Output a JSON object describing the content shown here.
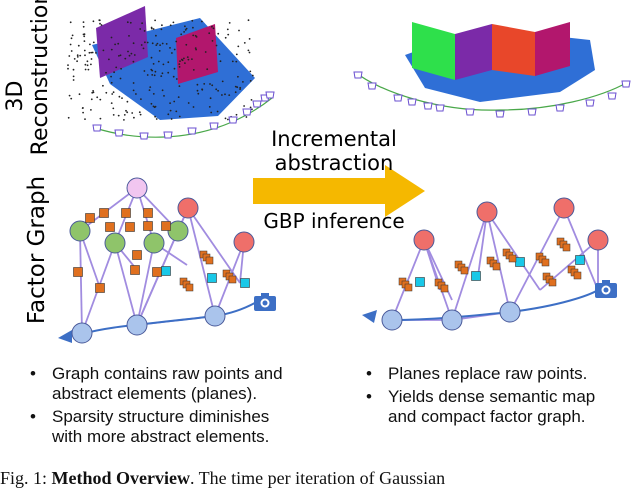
{
  "labels": {
    "row_top": [
      "3D",
      "Reconstruction"
    ],
    "row_bottom": "Factor Graph",
    "mid_top": [
      "Incremental",
      "abstraction"
    ],
    "mid_bottom": "GBP inference"
  },
  "bullets_left": [
    "Graph contains raw points and abstract elements (planes).",
    "Sparsity structure diminishes with more abstract elements."
  ],
  "bullets_left_lines": [
    [
      "Graph contains raw points and",
      "abstract elements (planes)."
    ],
    [
      "Sparsity structure diminishes",
      "with more abstract elements."
    ]
  ],
  "bullets_right_lines": [
    [
      "Planes replace raw points."
    ],
    [
      "Yields dense semantic map",
      "and compact factor graph."
    ]
  ],
  "caption": {
    "prefix": "Fig. 1: ",
    "bold": "Method Overview",
    "rest": ". The time per iteration of Gaussian"
  },
  "colors": {
    "arrow": "#f5b800",
    "floor": "#2f6fd6",
    "plane_purple": "#7b2aa8",
    "plane_magenta": "#b2176d",
    "plane_green": "#2ee04b",
    "plane_orange": "#e8472a",
    "node_blue": "#aac4ec",
    "node_red": "#ef6f6a",
    "node_green": "#8fc46a",
    "node_pink": "#f1c6f0",
    "edge": "#a18ce0",
    "factor_orange": "#e0701f",
    "factor_cyan": "#19c8e8",
    "camera": "#3d6fc5",
    "trajectory": "#4aa84a"
  }
}
